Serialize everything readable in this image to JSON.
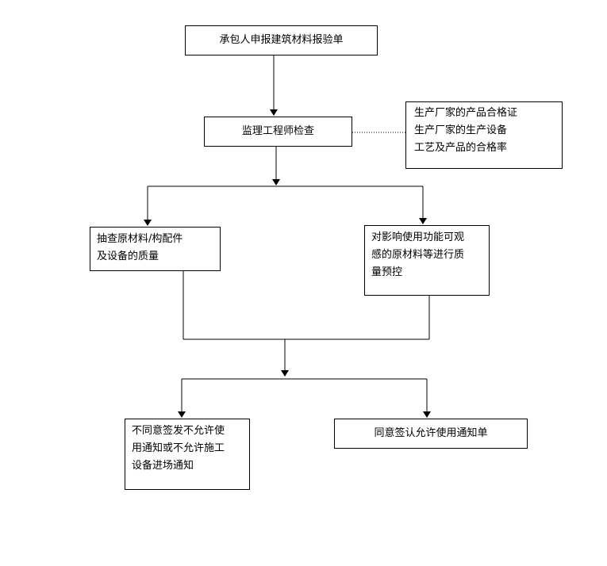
{
  "nodes": {
    "contractor_application": {
      "text": "承包人申报建筑材料报验单"
    },
    "supervisor_check": {
      "text": "监理工程师检查"
    },
    "check_items_note": {
      "lines": [
        "生产厂家的产品合格证",
        "生产厂家的生产设备",
        "工艺及产品的合格率"
      ]
    },
    "sample_inspection": {
      "lines": [
        "抽查原材料/构配件",
        "及设备的质量"
      ]
    },
    "quality_precontrol": {
      "lines": [
        "对影响使用功能可观",
        "感的原材料等进行质",
        "量预控"
      ]
    },
    "reject_notice": {
      "lines": [
        "不同意签发不允许使",
        "用通知或不允许施工",
        "设备进场通知"
      ]
    },
    "approve_notice": {
      "text": "同意签认允许使用通知单"
    }
  }
}
